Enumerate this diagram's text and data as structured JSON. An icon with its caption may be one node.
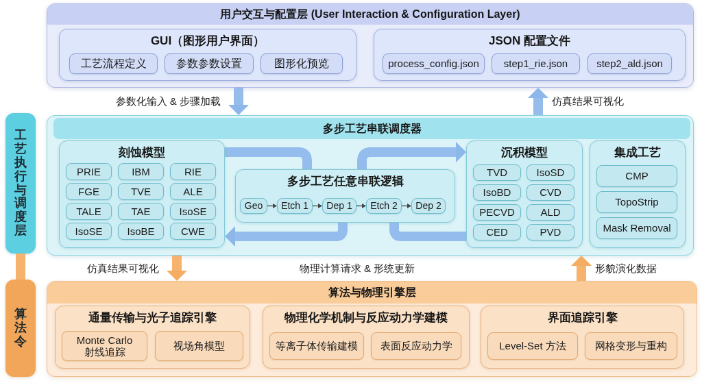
{
  "diagram": {
    "nodes": [
      {
        "text": [
          "用户交互与配置层 (User Interaction & Configuration Layer)"
        ]
      },
      {
        "text": [
          "GUI（图形用户界面）"
        ],
        "in": 0
      },
      {
        "text": [
          "工艺流程定义"
        ],
        "in": 1
      },
      {
        "text": [
          "参数参数设置"
        ],
        "in": 1
      },
      {
        "text": [
          "图形化预览"
        ],
        "in": 1
      },
      {
        "text": [
          "JSON 配置文件"
        ],
        "in": 0
      },
      {
        "text": [
          "process_config.json"
        ],
        "in": 5
      },
      {
        "text": [
          "step1_rie.json"
        ],
        "in": 5
      },
      {
        "text": [
          "step2_ald.json"
        ],
        "in": 5
      },
      {
        "text": [
          "工艺执行与调度层"
        ]
      },
      {
        "text": [
          "多步工艺串联调度器"
        ]
      },
      {
        "text": [
          "刻蚀模型"
        ],
        "in": 10
      },
      {
        "text": [
          "PRIE"
        ],
        "in": 11
      },
      {
        "text": [
          "IBM"
        ],
        "in": 11
      },
      {
        "text": [
          "RIE"
        ],
        "in": 11
      },
      {
        "text": [
          "FGE"
        ],
        "in": 11
      },
      {
        "text": [
          "TVE"
        ],
        "in": 11
      },
      {
        "text": [
          "ALE"
        ],
        "in": 11
      },
      {
        "text": [
          "TALE"
        ],
        "in": 11
      },
      {
        "text": [
          "TAE"
        ],
        "in": 11
      },
      {
        "text": [
          "IsoSE"
        ],
        "in": 11
      },
      {
        "text": [
          "IsoSE"
        ],
        "in": 11
      },
      {
        "text": [
          "IsoBE"
        ],
        "in": 11
      },
      {
        "text": [
          "CWE"
        ],
        "in": 11
      },
      {
        "text": [
          "多步工艺任意串联逻辑"
        ],
        "in": 10
      },
      {
        "text": [
          "Geo"
        ],
        "in": 24
      },
      {
        "text": [
          "Etch 1"
        ],
        "in": 24
      },
      {
        "text": [
          "Dep 1"
        ],
        "in": 24
      },
      {
        "text": [
          "Etch 2"
        ],
        "in": 24
      },
      {
        "text": [
          "Dep 2"
        ],
        "in": 24
      },
      {
        "text": [
          "沉积模型"
        ],
        "in": 10
      },
      {
        "text": [
          "TVD"
        ],
        "in": 30
      },
      {
        "text": [
          "IsoSD"
        ],
        "in": 30
      },
      {
        "text": [
          "IsoBD"
        ],
        "in": 30
      },
      {
        "text": [
          "CVD"
        ],
        "in": 30
      },
      {
        "text": [
          "PECVD"
        ],
        "in": 30
      },
      {
        "text": [
          "ALD"
        ],
        "in": 30
      },
      {
        "text": [
          "CED"
        ],
        "in": 30
      },
      {
        "text": [
          "PVD"
        ],
        "in": 30
      },
      {
        "text": [
          "集成工艺"
        ],
        "in": 10
      },
      {
        "text": [
          "CMP"
        ],
        "in": 39
      },
      {
        "text": [
          "TopoStrip"
        ],
        "in": 39
      },
      {
        "text": [
          "Mask Removal"
        ],
        "in": 39
      },
      {
        "text": [
          "算法令"
        ]
      },
      {
        "text": [
          "算法与物理引擎层"
        ]
      },
      {
        "text": [
          "通量传输与光子追踪引擎"
        ],
        "in": 44
      },
      {
        "text": [
          "Monte Carlo 射线追踪"
        ],
        "in": 45
      },
      {
        "text": [
          "视场角模型"
        ],
        "in": 45
      },
      {
        "text": [
          "物理化学机制与反应动力学建模"
        ],
        "in": 44
      },
      {
        "text": [
          "等离子体传输建模"
        ],
        "in": 48
      },
      {
        "text": [
          "表面反应动力学"
        ],
        "in": 48
      },
      {
        "text": [
          "界面追踪引擎"
        ],
        "in": 44
      },
      {
        "text": [
          "Level-Set 方法"
        ],
        "in": 51
      },
      {
        "text": [
          "网格变形与重构"
        ],
        "in": 51
      }
    ],
    "edges": [
      {
        "from": 0,
        "to": 10,
        "arrow": "to",
        "label": "参数化输入 & 步骤加载"
      },
      {
        "from": 10,
        "to": 0,
        "arrow": "to",
        "label": "仿真结果可视化"
      },
      {
        "from": 10,
        "to": 44,
        "arrow": "to",
        "label": "仿真结果可视化",
        "color": "#f4ad62"
      },
      {
        "from": 44,
        "to": 10,
        "arrow": "to",
        "label": "形貌演化数据",
        "color": "#f4ad62"
      },
      {
        "from": 9,
        "to": 43,
        "arrow": "none",
        "color": "#f4ad62"
      },
      {
        "from": 25,
        "to": 26,
        "arrow": "to",
        "color": "#444444"
      },
      {
        "from": 26,
        "to": 27,
        "arrow": "to",
        "color": "#444444"
      },
      {
        "from": 27,
        "to": 28,
        "arrow": "to",
        "color": "#444444"
      },
      {
        "from": 28,
        "to": 29,
        "arrow": "to",
        "color": "#444444"
      },
      {
        "from": 11,
        "to": 24,
        "arrow": "none"
      },
      {
        "from": 24,
        "to": 30,
        "arrow": "to"
      },
      {
        "from": 30,
        "to": 24,
        "arrow": "none"
      },
      {
        "from": 24,
        "to": 11,
        "arrow": "to"
      }
    ],
    "labels": [
      "物理计算请求 & 形统更新"
    ]
  }
}
